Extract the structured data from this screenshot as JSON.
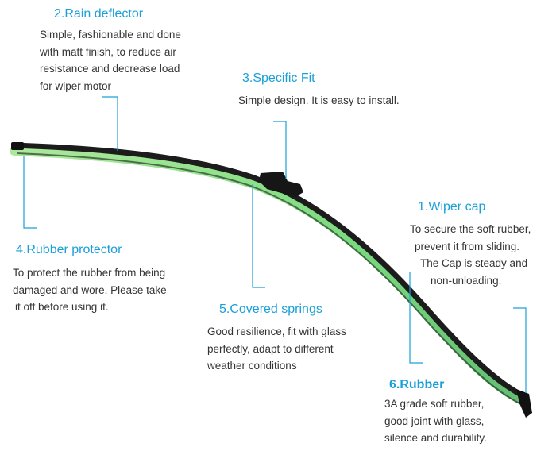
{
  "colors": {
    "title": "#1aa0d8",
    "text": "#333333",
    "leader": "#1aa0d8",
    "blade": "#1c1c1c",
    "rubber_glow": "#5fd35a"
  },
  "features": {
    "rain_deflector": {
      "title": "2.Rain deflector",
      "lines": [
        "Simple, fashionable and done",
        "with matt finish,  to reduce air",
        "resistance and decrease load",
        "for wiper motor"
      ]
    },
    "specific_fit": {
      "title": "3.Specific Fit",
      "lines": [
        "Simple design. It is easy to install."
      ]
    },
    "wiper_cap": {
      "title": "1.Wiper cap",
      "lines": [
        "To secure the soft rubber,",
        "prevent it from sliding.",
        "The Cap is steady and",
        "non-unloading."
      ]
    },
    "rubber_protector": {
      "title": "4.Rubber protector",
      "lines": [
        "To protect the rubber from being",
        "damaged and wore. Please take",
        "it off before using it."
      ]
    },
    "covered_springs": {
      "title": "5.Covered springs",
      "lines": [
        "Good resilience, fit with glass",
        "perfectly, adapt to different",
        "weather conditions"
      ]
    },
    "rubber": {
      "title": "6.Rubber",
      "lines": [
        "3A grade soft rubber,",
        "good joint with glass,",
        "silence and durability."
      ]
    }
  }
}
